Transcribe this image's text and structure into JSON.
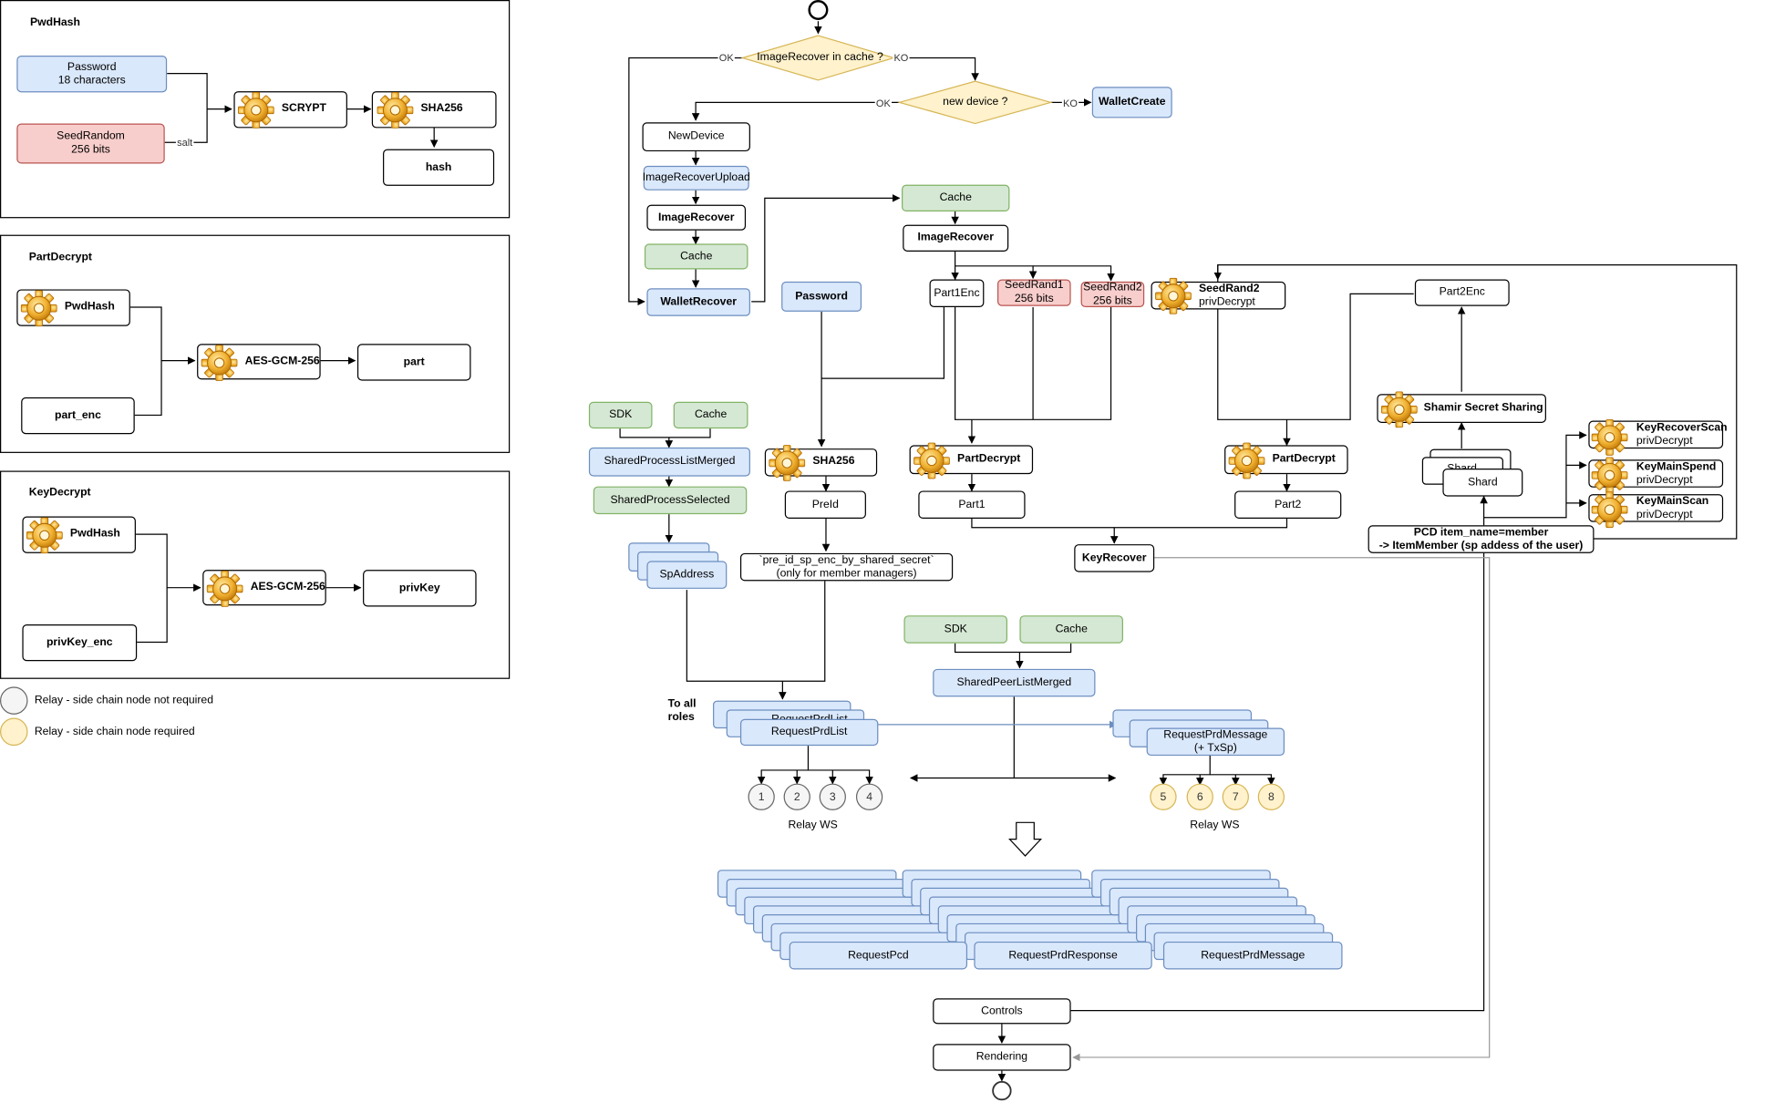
{
  "panels": {
    "pwdhash": {
      "title": "PwdHash",
      "password": "Password\n18 characters",
      "seed": "SeedRandom\n256 bits",
      "salt": "salt",
      "scrypt": "SCRYPT",
      "sha256": "SHA256",
      "hash": "hash"
    },
    "partdecrypt": {
      "title": "PartDecrypt",
      "pwdhash": "PwdHash",
      "aes": "AES-GCM-256",
      "part": "part",
      "part_enc": "part_enc"
    },
    "keydecrypt": {
      "title": "KeyDecrypt",
      "pwdhash": "PwdHash",
      "aes": "AES-GCM-256",
      "privkey": "privKey",
      "privkey_enc": "privKey_enc"
    }
  },
  "legend": {
    "not_required": "Relay - side chain node not required",
    "required": "Relay - side chain node required"
  },
  "flow": {
    "q_cache": "ImageRecover in cache ?",
    "q_device": "new device ?",
    "ok": "OK",
    "ko": "KO",
    "wallet_create": "WalletCreate",
    "new_device": "NewDevice",
    "upload": "ImageRecoverUpload",
    "image_recover": "ImageRecover",
    "cache": "Cache",
    "wallet_recover": "WalletRecover",
    "password": "Password",
    "part1enc": "Part1Enc",
    "seedrand1": "SeedRand1\n256 bits",
    "seedrand2": "SeedRand2\n256 bits",
    "seedrand2_title": "SeedRand2",
    "priv_decrypt": "privDecrypt",
    "part2enc": "Part2Enc",
    "shamir": "Shamir Secret Sharing",
    "shard": "Shard",
    "shard_hidden": "Shard",
    "key_recover_scan": "KeyRecoverScan",
    "key_main_spend": "KeyMainSpend",
    "key_main_scan": "KeyMainScan",
    "sdk": "SDK",
    "shared_process_list": "SharedProcessListMerged",
    "shared_process_selected": "SharedProcessSelected",
    "sp_address": "SpAddress",
    "sha256": "SHA256",
    "pre_id": "PreId",
    "pre_id_note": "`pre_id_sp_enc_by_shared_secret`\n(only for member managers)",
    "part_decrypt": "PartDecrypt",
    "part1": "Part1",
    "part2": "Part2",
    "key_recover": "KeyRecover",
    "pcd_item": "PCD item_name=member\n-> ItemMember (sp addess of the user)",
    "shared_peer_list": "SharedPeerListMerged",
    "to_all_roles": "To all\nroles",
    "request_prd_list": "RequestPrdList",
    "request_prd_list_hidden": "RequestPrdList",
    "request_prd_message_tx": "RequestPrdMessage\n(+ TxSp)",
    "relay_ws": "Relay WS",
    "relays_left": [
      "1",
      "2",
      "3",
      "4"
    ],
    "relays_right": [
      "5",
      "6",
      "7",
      "8"
    ],
    "request_pcd": "RequestPcd",
    "request_prd_response": "RequestPrdResponse",
    "request_prd_message": "RequestPrdMessage",
    "controls": "Controls",
    "rendering": "Rendering"
  },
  "colors": {
    "blue_fill": "#dae8fc",
    "blue_stroke": "#6c8ebf",
    "green_fill": "#d5e8d4",
    "green_stroke": "#82b366",
    "red_fill": "#f8cecc",
    "red_stroke": "#b85450",
    "yellow_fill": "#fff2cc",
    "yellow_stroke": "#d6b656",
    "grey_fill": "#f5f5f5"
  }
}
